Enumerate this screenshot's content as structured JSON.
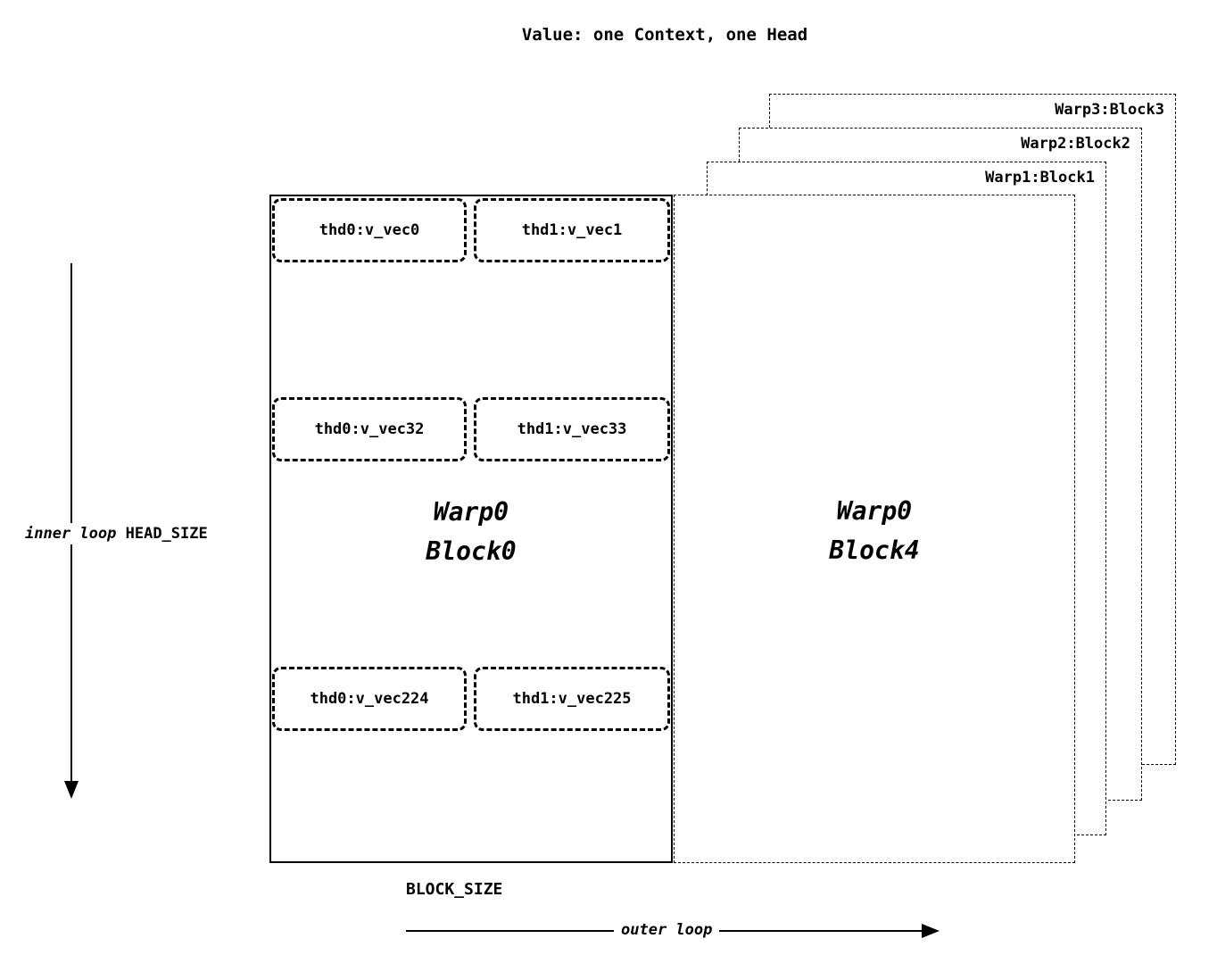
{
  "title": "Value: one Context, one Head",
  "back_blocks": [
    {
      "label": "Warp3:Block3"
    },
    {
      "label": "Warp2:Block2"
    },
    {
      "label": "Warp1:Block1"
    }
  ],
  "block4": {
    "line1": "Warp0",
    "line2": "Block4"
  },
  "block0": {
    "line1": "Warp0",
    "line2": "Block0",
    "rows": [
      {
        "left": "thd0:v_vec0",
        "right": "thd1:v_vec1"
      },
      {
        "left": "thd0:v_vec32",
        "right": "thd1:v_vec33"
      },
      {
        "left": "thd0:v_vec224",
        "right": "thd1:v_vec225"
      }
    ]
  },
  "axis": {
    "inner_loop": "inner loop",
    "head_size": "HEAD_SIZE",
    "block_size": "BLOCK_SIZE",
    "outer_loop": "outer loop"
  },
  "colors": {
    "line": "#000000",
    "background": "#ffffff"
  }
}
